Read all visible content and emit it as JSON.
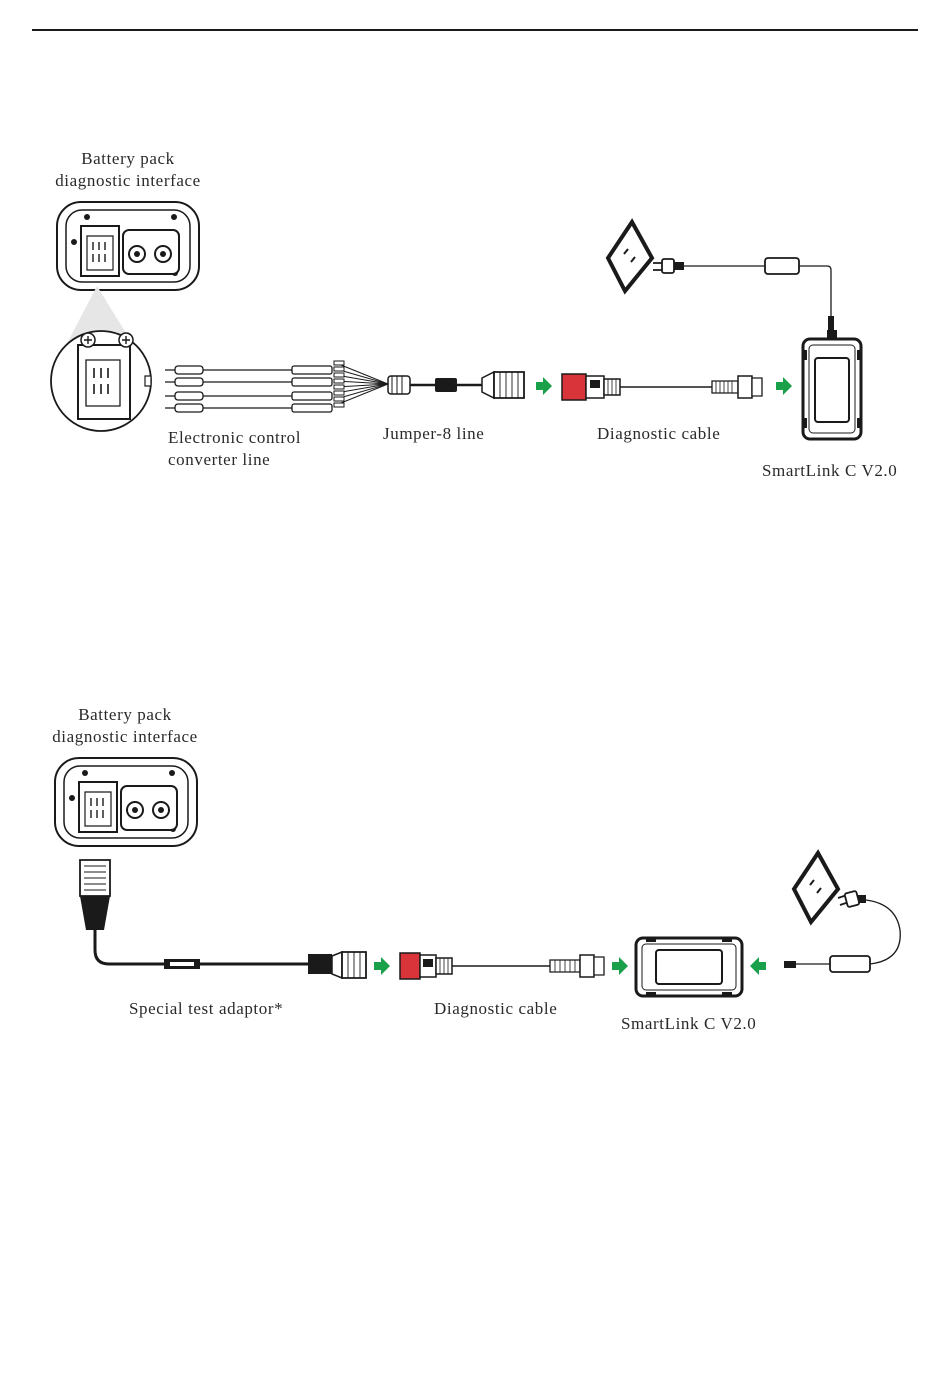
{
  "colors": {
    "ink": "#1a1a1a",
    "arrow": "#1aa04a",
    "connector_red": "#d8343a"
  },
  "diagram1": {
    "battery_label_line1": "Battery pack",
    "battery_label_line2": "diagnostic interface",
    "ecc_label_line1": "Electronic control",
    "ecc_label_line2": "converter line",
    "jumper_label": "Jumper-8 line",
    "diag_cable_label": "Diagnostic cable",
    "device_label": "SmartLink C V2.0"
  },
  "diagram2": {
    "battery_label_line1": "Battery pack",
    "battery_label_line2": "diagnostic interface",
    "adaptor_label": "Special test adaptor*",
    "diag_cable_label": "Diagnostic cable",
    "device_label": "SmartLink C V2.0"
  },
  "icons": [
    "battery-interface-icon",
    "magnified-connector-icon",
    "wire-bundle-icon",
    "jumper-connector-icon",
    "flow-arrow-icon",
    "diagnostic-cable-icon",
    "smartlink-device-icon",
    "wall-outlet-icon",
    "power-plug-icon",
    "power-adapter-icon"
  ]
}
